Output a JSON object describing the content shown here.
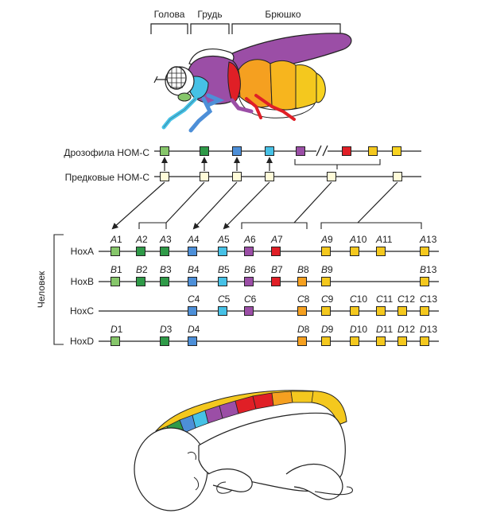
{
  "body_regions": {
    "head": "Голова",
    "thorax": "Грудь",
    "abdomen": "Брюшко"
  },
  "rows": {
    "drosophila": "Дрозофила HOM-C",
    "ancestral": "Предковые HOM-C"
  },
  "human_label": "Человек",
  "colors": {
    "lab": "#86c66a",
    "pb": "#2f9a48",
    "dfd": "#4d8fd8",
    "scr": "#46c1e6",
    "antp": "#9b4ea6",
    "ubx": "#e01f26",
    "abda": "#f4c81e",
    "abdb": "#f8d320",
    "grp8": "#f5a020",
    "ancestral": "#fffbd8",
    "line": "#222222"
  },
  "clusters": [
    {
      "name": "HoxA",
      "genes": [
        {
          "letter": "A",
          "num": "1",
          "col": 0,
          "color": "#86c66a"
        },
        {
          "letter": "A",
          "num": "2",
          "col": 1,
          "color": "#2f9a48"
        },
        {
          "letter": "A",
          "num": "3",
          "col": 2,
          "color": "#2f9a48"
        },
        {
          "letter": "A",
          "num": "4",
          "col": 3,
          "color": "#4d8fd8"
        },
        {
          "letter": "A",
          "num": "5",
          "col": 4,
          "color": "#46c1e6"
        },
        {
          "letter": "A",
          "num": "6",
          "col": 5,
          "color": "#9b4ea6"
        },
        {
          "letter": "A",
          "num": "7",
          "col": 6,
          "color": "#e01f26"
        },
        {
          "letter": "A",
          "num": "9",
          "col": 8,
          "color": "#f4c81e"
        },
        {
          "letter": "A",
          "num": "10",
          "col": 9,
          "color": "#f4c81e"
        },
        {
          "letter": "A",
          "num": "11",
          "col": 10,
          "color": "#f4c81e"
        },
        {
          "letter": "A",
          "num": "13",
          "col": 12,
          "color": "#f4c81e"
        }
      ]
    },
    {
      "name": "HoxB",
      "genes": [
        {
          "letter": "B",
          "num": "1",
          "col": 0,
          "color": "#86c66a"
        },
        {
          "letter": "B",
          "num": "2",
          "col": 1,
          "color": "#2f9a48"
        },
        {
          "letter": "B",
          "num": "3",
          "col": 2,
          "color": "#2f9a48"
        },
        {
          "letter": "B",
          "num": "4",
          "col": 3,
          "color": "#4d8fd8"
        },
        {
          "letter": "B",
          "num": "5",
          "col": 4,
          "color": "#46c1e6"
        },
        {
          "letter": "B",
          "num": "6",
          "col": 5,
          "color": "#9b4ea6"
        },
        {
          "letter": "B",
          "num": "7",
          "col": 6,
          "color": "#e01f26"
        },
        {
          "letter": "B",
          "num": "8",
          "col": 7,
          "color": "#f5a020"
        },
        {
          "letter": "B",
          "num": "9",
          "col": 8,
          "color": "#f4c81e"
        },
        {
          "letter": "B",
          "num": "13",
          "col": 12,
          "color": "#f4c81e"
        }
      ]
    },
    {
      "name": "HoxC",
      "genes": [
        {
          "letter": "C",
          "num": "4",
          "col": 3,
          "color": "#4d8fd8"
        },
        {
          "letter": "C",
          "num": "5",
          "col": 4,
          "color": "#46c1e6"
        },
        {
          "letter": "C",
          "num": "6",
          "col": 5,
          "color": "#9b4ea6"
        },
        {
          "letter": "C",
          "num": "8",
          "col": 7,
          "color": "#f5a020"
        },
        {
          "letter": "C",
          "num": "9",
          "col": 8,
          "color": "#f4c81e"
        },
        {
          "letter": "C",
          "num": "10",
          "col": 9,
          "color": "#f4c81e"
        },
        {
          "letter": "C",
          "num": "11",
          "col": 10,
          "color": "#f4c81e"
        },
        {
          "letter": "C",
          "num": "12",
          "col": 11,
          "color": "#f4c81e"
        },
        {
          "letter": "C",
          "num": "13",
          "col": 12,
          "color": "#f4c81e"
        }
      ]
    },
    {
      "name": "HoxD",
      "genes": [
        {
          "letter": "D",
          "num": "1",
          "col": 0,
          "color": "#86c66a"
        },
        {
          "letter": "D",
          "num": "3",
          "col": 2,
          "color": "#2f9a48"
        },
        {
          "letter": "D",
          "num": "4",
          "col": 3,
          "color": "#4d8fd8"
        },
        {
          "letter": "D",
          "num": "8",
          "col": 7,
          "color": "#f5a020"
        },
        {
          "letter": "D",
          "num": "9",
          "col": 8,
          "color": "#f4c81e"
        },
        {
          "letter": "D",
          "num": "10",
          "col": 9,
          "color": "#f4c81e"
        },
        {
          "letter": "D",
          "num": "11",
          "col": 10,
          "color": "#f4c81e"
        },
        {
          "letter": "D",
          "num": "12",
          "col": 11,
          "color": "#f4c81e"
        },
        {
          "letter": "D",
          "num": "13",
          "col": 12,
          "color": "#f4c81e"
        }
      ]
    }
  ],
  "drosophila_genes": [
    {
      "color": "#86c66a"
    },
    {
      "color": "#2f9a48"
    },
    {
      "color": "#4d8fd8"
    },
    {
      "color": "#46c1e6"
    },
    {
      "color": "#9b4ea6"
    },
    {
      "color": "#e01f26"
    },
    {
      "color": "#f4c81e"
    },
    {
      "color": "#f8d320"
    }
  ]
}
